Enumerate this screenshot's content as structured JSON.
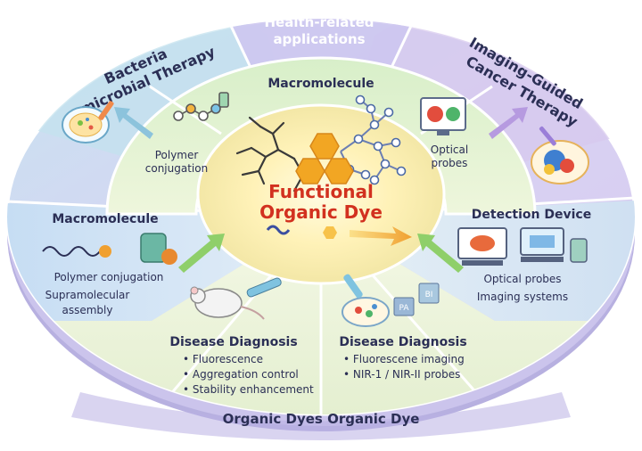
{
  "top_banner": {
    "line1": "Health-related",
    "line2": "applications"
  },
  "outer": {
    "top_left": {
      "line1": "Bacteria",
      "line2": "microbial Therapy"
    },
    "top_right": {
      "line1": "Imaging-Guided",
      "line2": "Cancer Therapy"
    },
    "bottom": "Organic Dyes Organic Dye"
  },
  "center": {
    "line1": "Functional",
    "line2": "Organic Dye"
  },
  "inner": {
    "top": {
      "title": "Macromolecule"
    },
    "top_left": {
      "line1": "Polymer",
      "line2": "conjugation"
    },
    "top_right": {
      "line1": "Optical",
      "line2": "probes"
    }
  },
  "segments": {
    "left": {
      "title": "Macromolecule",
      "items": [
        "Polymer conjugation",
        "Supramolecular",
        "assembly"
      ]
    },
    "right": {
      "title": "Detection Device",
      "items": [
        "Optical probes",
        "Imaging systems"
      ]
    },
    "bottom_left": {
      "title": "Disease Diagnosis",
      "bullets": [
        "• Fluorescence",
        "• Aggregation control",
        "• Stability enhancement"
      ]
    },
    "bottom_right": {
      "title": "Disease Diagnosis",
      "bullets": [
        "• Fluorescene imaging",
        "• NIR-1 / NIR-II probes"
      ],
      "tags": [
        "PA",
        "BI"
      ]
    }
  },
  "colors": {
    "outer_ring": "#c9c4ee",
    "left_sector": "#cfe3f5",
    "right_sector": "#d6e8f3",
    "bottom_sector": "#e6f1d6",
    "center_glow": "#fff6c8",
    "accent_red": "#d2311f",
    "hexagon": "#f2a623",
    "arrow": "#f0a830",
    "text": "#2b2f55"
  }
}
